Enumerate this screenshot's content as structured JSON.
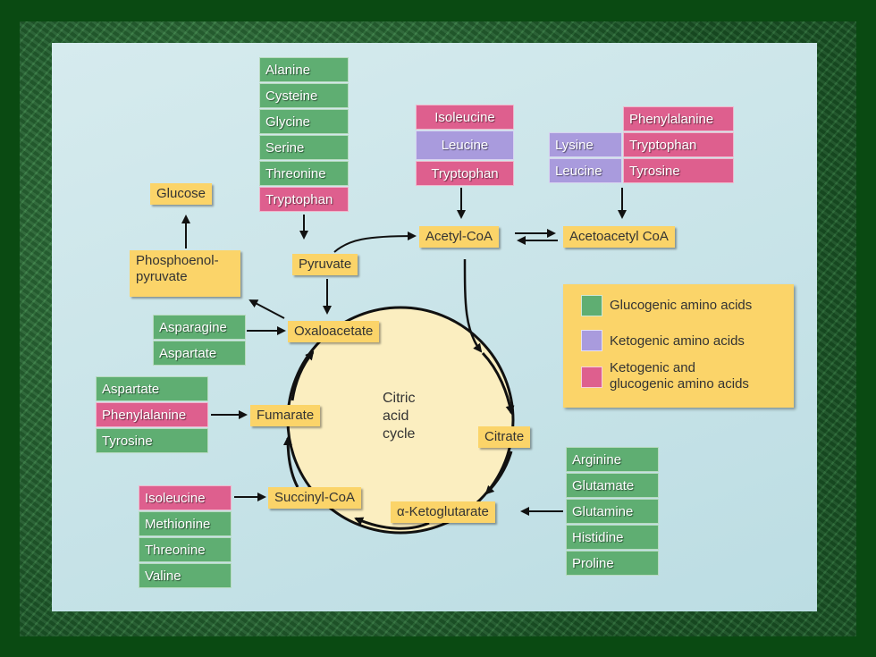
{
  "colors": {
    "glucogenic": "#5fae72",
    "ketogenic": "#a99bdd",
    "both": "#de5f8e",
    "metabolite": "#fbd469",
    "border_green": "#0a4a12"
  },
  "metabolites": {
    "glucose": "Glucose",
    "pep_line1": "Phosphoenol-",
    "pep_line2": "pyruvate",
    "pyruvate": "Pyruvate",
    "acetyl_coa": "Acetyl-CoA",
    "acetoacetyl_coa": "Acetoacetyl CoA",
    "oxaloacetate": "Oxaloacetate",
    "fumarate": "Fumarate",
    "citrate": "Citrate",
    "succinyl_coa": "Succinyl-CoA",
    "alpha_kg": "α-Ketoglutarate"
  },
  "cycle": {
    "line1": "Citric",
    "line2": "acid",
    "line3": "cycle"
  },
  "groups": {
    "pyruvate_group": [
      "Alanine",
      "Cysteine",
      "Glycine",
      "Serine",
      "Threonine",
      "Tryptophan"
    ],
    "acetyl_group": [
      "Isoleucine",
      "Leucine",
      "Tryptophan"
    ],
    "acetoacetyl_left": [
      "Lysine",
      "Leucine"
    ],
    "acetoacetyl_right": [
      "Phenylalanine",
      "Tryptophan",
      "Tyrosine"
    ],
    "oxaloacetate_group": [
      "Asparagine",
      "Aspartate"
    ],
    "fumarate_group": [
      "Aspartate",
      "Phenylalanine",
      "Tyrosine"
    ],
    "succinyl_group": [
      "Isoleucine",
      "Methionine",
      "Threonine",
      "Valine"
    ],
    "akg_group": [
      "Arginine",
      "Glutamate",
      "Glutamine",
      "Histidine",
      "Proline"
    ]
  },
  "legend": {
    "glucogenic": "Glucogenic amino acids",
    "ketogenic": "Ketogenic amino acids",
    "both_line1": "Ketogenic and",
    "both_line2": "glucogenic amino acids"
  }
}
